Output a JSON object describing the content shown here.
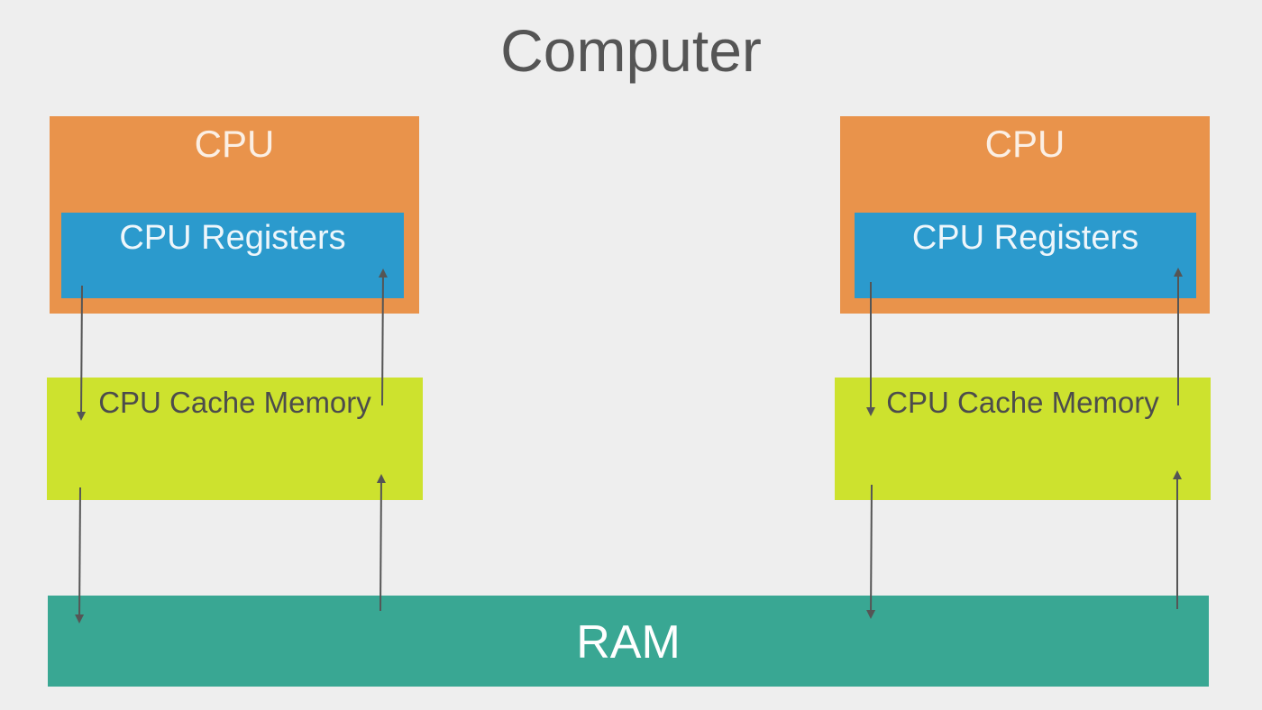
{
  "title": "Computer",
  "cpus": [
    {
      "cpu_label": "CPU",
      "registers_label": "CPU Registers",
      "cache_label": "CPU Cache Memory"
    },
    {
      "cpu_label": "CPU",
      "registers_label": "CPU Registers",
      "cache_label": "CPU Cache Memory"
    }
  ],
  "ram_label": "RAM",
  "colors": {
    "background": "#eeeeee",
    "cpu": "#e9934b",
    "registers": "#2b9acd",
    "cache": "#cde22e",
    "ram": "#39a793",
    "arrow": "#555555"
  }
}
